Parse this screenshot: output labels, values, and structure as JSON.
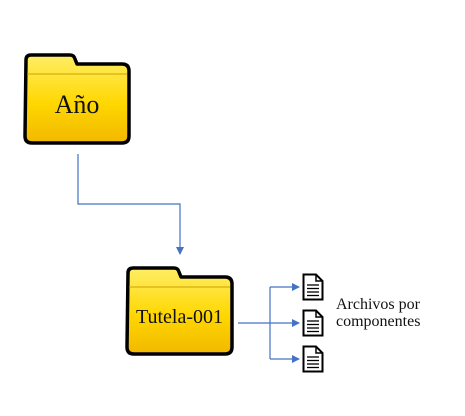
{
  "diagram": {
    "root_folder": {
      "label": "Año",
      "icon": "folder-icon"
    },
    "child_folder": {
      "label": "Tutela-001",
      "icon": "folder-icon"
    },
    "files": {
      "icon": "document-icon",
      "count": 3,
      "label_line1": "Archivos por",
      "label_line2": "componentes"
    },
    "colors": {
      "folder_fill": "#FFD700",
      "folder_fill_light": "#FFEE66",
      "folder_outline": "#000000",
      "connector": "#4472C4"
    }
  }
}
